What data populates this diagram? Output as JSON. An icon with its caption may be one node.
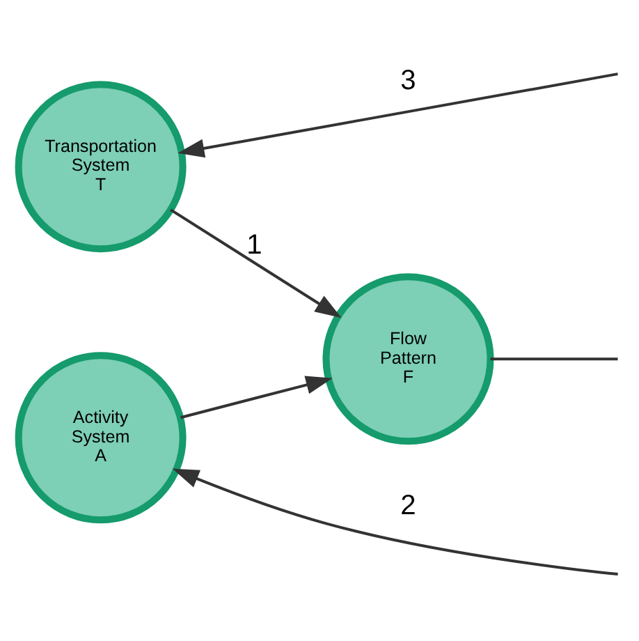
{
  "diagram": {
    "nodes": [
      {
        "text": [
          "Transportation System T"
        ]
      },
      {
        "text": [
          "Flow Pattern F"
        ]
      },
      {
        "text": [
          "Activity System A"
        ]
      }
    ],
    "edges": [
      {
        "from": 0,
        "to": 1,
        "arrow": "to",
        "label": "1"
      },
      {
        "from": 2,
        "to": 1,
        "arrow": "to"
      },
      {
        "from": null,
        "to": 0,
        "arrow": "to",
        "label": "3"
      },
      {
        "from": 1,
        "to": null,
        "arrow": "none"
      },
      {
        "from": null,
        "to": 2,
        "arrow": "to",
        "label": "2"
      }
    ]
  }
}
